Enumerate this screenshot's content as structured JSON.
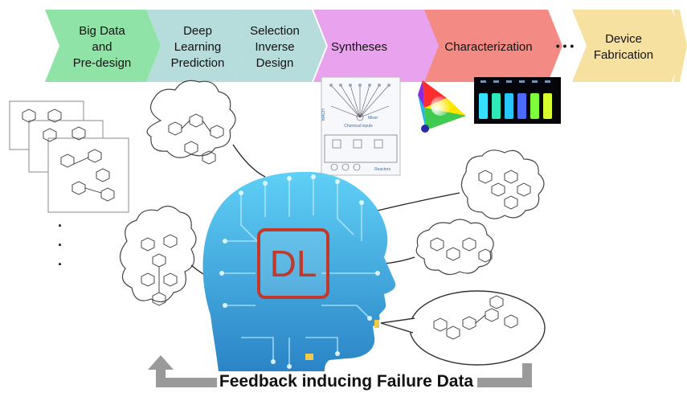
{
  "pipeline": {
    "steps": [
      {
        "lines": [
          "Big Data",
          "and",
          "Pre-design"
        ],
        "color": "#8fe3a6"
      },
      {
        "lines": [
          "Deep",
          "Learning",
          "Prediction"
        ],
        "color": "#b6dcdc"
      },
      {
        "lines": [
          "Selection",
          "Inverse",
          "Design"
        ],
        "color": "#b6dcdc"
      },
      {
        "lines": [
          "Syntheses"
        ],
        "color": "#e9a3ee"
      },
      {
        "lines": [
          "Characterization"
        ],
        "color": "#f48a84"
      },
      {
        "lines": [
          "Device",
          "Fabrication"
        ],
        "color": "#f7e1a0"
      }
    ],
    "ellipsis": "• • •"
  },
  "left_dots": ".\n.\n.",
  "head": {
    "badge": "DL",
    "color_top": "#4ec8f4",
    "color_bottom": "#2a86c8",
    "badge_color": "#c0392b"
  },
  "synthesis_figure": {
    "label_mixer": "Mixer",
    "label_inputs": "Chemical inputs",
    "label_reactors": "Reactors",
    "label_side": "MACH"
  },
  "feedback": {
    "label": "Feedback inducing Failure Data",
    "arrow_color": "#9a9a9a"
  }
}
